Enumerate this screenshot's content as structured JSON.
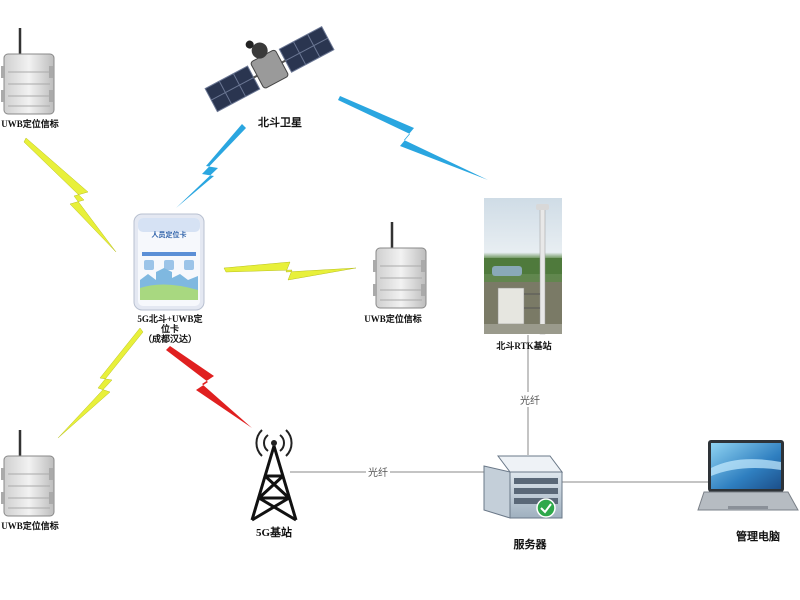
{
  "nodes": {
    "beacon_top_left": {
      "label": "UWB定位信标"
    },
    "satellite": {
      "label": "北斗卫星"
    },
    "locator_card": {
      "label_line1": "5G北斗+UWB定",
      "label_line2": "位卡",
      "label_line3": "（成都汉达）",
      "card_title": "人员定位卡"
    },
    "beacon_mid": {
      "label": "UWB定位信标"
    },
    "rtk_station": {
      "label": "北斗RTK基站"
    },
    "beacon_bottom_left": {
      "label": "UWB定位信标"
    },
    "tower_5g": {
      "label": "5G基站"
    },
    "server": {
      "label": "服务器"
    },
    "pc": {
      "label": "管理电脑"
    }
  },
  "links": {
    "tower_to_server": {
      "label": "光纤"
    },
    "rtk_to_server": {
      "label": "光纤"
    }
  },
  "colors": {
    "signal_yellow": "#e8f03a",
    "signal_cyan": "#2aa6e0",
    "signal_red": "#e02020",
    "line": "#888888",
    "card_blue": "#5b8fd6"
  }
}
